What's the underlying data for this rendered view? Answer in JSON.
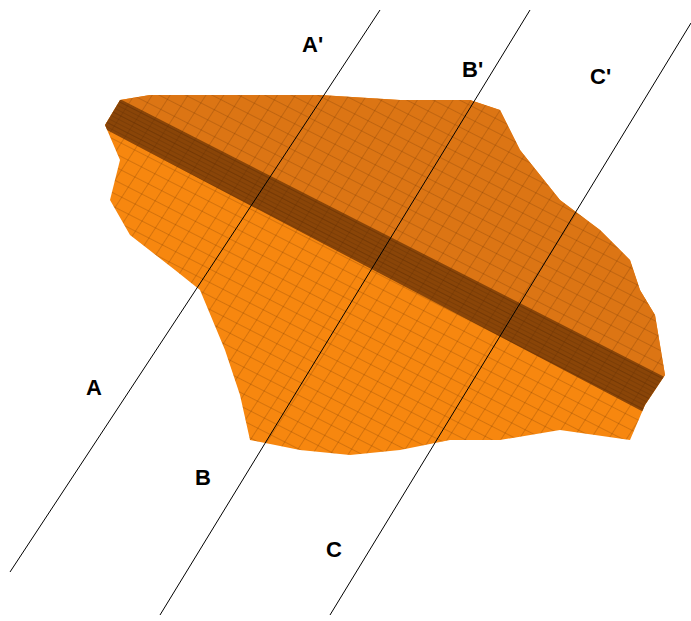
{
  "diagram": {
    "labels": [
      "A'",
      "B'",
      "C'",
      "A",
      "B",
      "C"
    ]
  }
}
